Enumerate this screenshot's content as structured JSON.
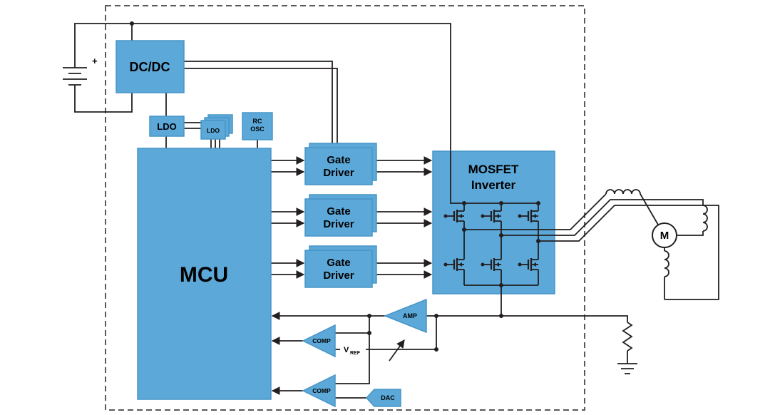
{
  "colors": {
    "block_fill": "#5CA8D8",
    "block_stroke": "#4795C7",
    "wire": "#231F20",
    "dashed_border": "#58595B",
    "background": "#FFFFFF",
    "text": "#000000"
  },
  "battery": {
    "plus": "+"
  },
  "power": {
    "dcdc": "DC/DC",
    "ldo": "LDO",
    "ldo_small": "LDO"
  },
  "clock": {
    "rc_osc_line1": "RC",
    "rc_osc_line2": "OSC"
  },
  "mcu": {
    "label": "MCU"
  },
  "gate_drivers": [
    {
      "line1": "Gate",
      "line2": "Driver"
    },
    {
      "line1": "Gate",
      "line2": "Driver"
    },
    {
      "line1": "Gate",
      "line2": "Driver"
    }
  ],
  "inverter": {
    "line1": "MOSFET",
    "line2": "Inverter"
  },
  "motor": {
    "label": "M"
  },
  "analog": {
    "amp": "AMP",
    "comp_top": "COMP",
    "comp_bottom": "COMP",
    "dac": "DAC",
    "vref_main": "V",
    "vref_sub": "REF"
  }
}
